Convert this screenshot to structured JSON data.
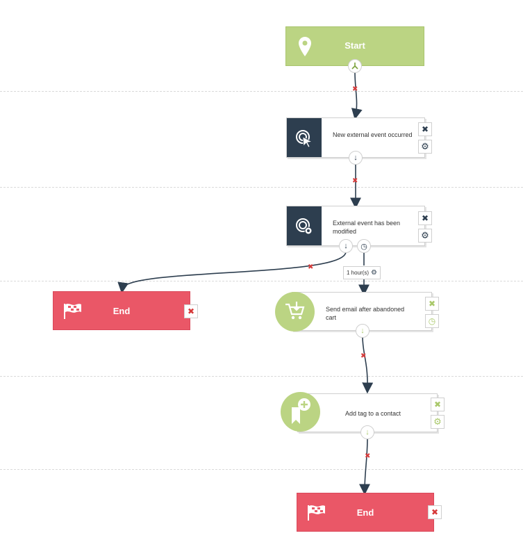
{
  "start": {
    "label": "Start"
  },
  "nodes": {
    "external_event_occurred": {
      "text": "New external event occurred"
    },
    "external_event_modified": {
      "text": "External event has been modified"
    },
    "send_email": {
      "text": "Send email after abandoned cart"
    },
    "add_tag": {
      "text": "Add tag to a contact"
    }
  },
  "end_left": {
    "label": "End"
  },
  "end_bottom": {
    "label": "End"
  },
  "delay": {
    "text": "1 hour(s)"
  },
  "icons": {
    "start": "map-pin-icon",
    "event": "cursor-click-icon",
    "event_modified": "cursor-gear-icon",
    "email": "cart-download-icon",
    "tag": "tag-plus-icon",
    "end": "finish-flag-icon",
    "delete": "close-icon",
    "settings": "gear-icon"
  },
  "colors": {
    "start": "#bbd483",
    "end": "#ea5767",
    "dark": "#2d3e4f",
    "delete": "#d63a3a"
  }
}
